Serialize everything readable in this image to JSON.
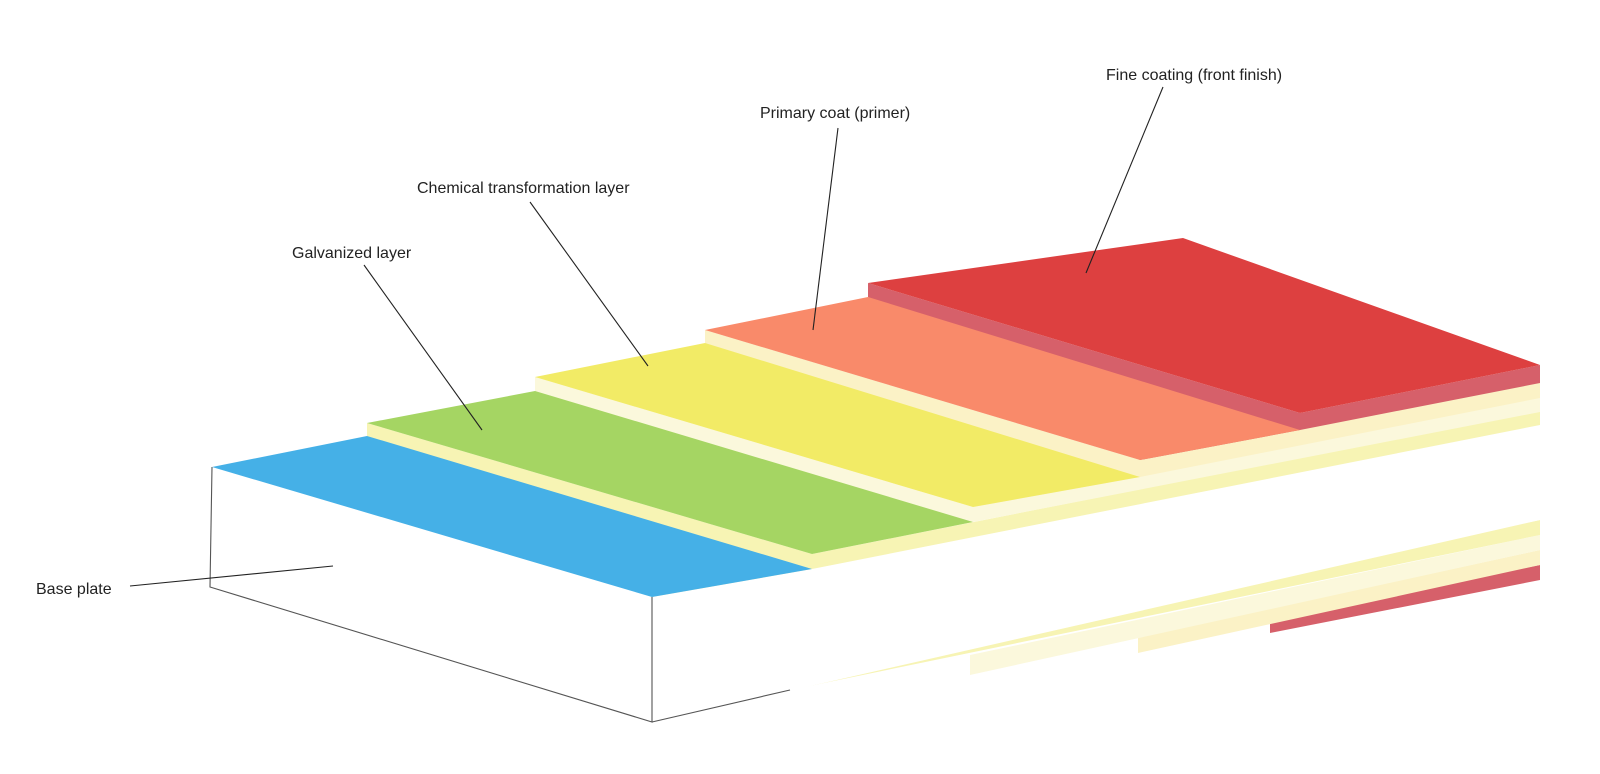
{
  "diagram": {
    "colors": {
      "base_plate": "#ffffff",
      "base_plate_edge": "#555555",
      "galvanized": "#45b0e7",
      "chemical": "#a5d563",
      "primer": "#f2eb66",
      "fine_coating": "#f98a6a",
      "front_finish": "#dd4040",
      "front_finish_side": "#d6606a",
      "pale_yellow": "#f7f4b4",
      "cream": "#fbf8dc",
      "light_cream": "#fbf2c6"
    },
    "labels": {
      "base_plate": "Base plate",
      "galvanized": "Galvanized layer",
      "chemical": "Chemical transformation layer",
      "primary_coat": "Primary coat (primer)",
      "fine_coating": "Fine coating (front finish)"
    }
  }
}
